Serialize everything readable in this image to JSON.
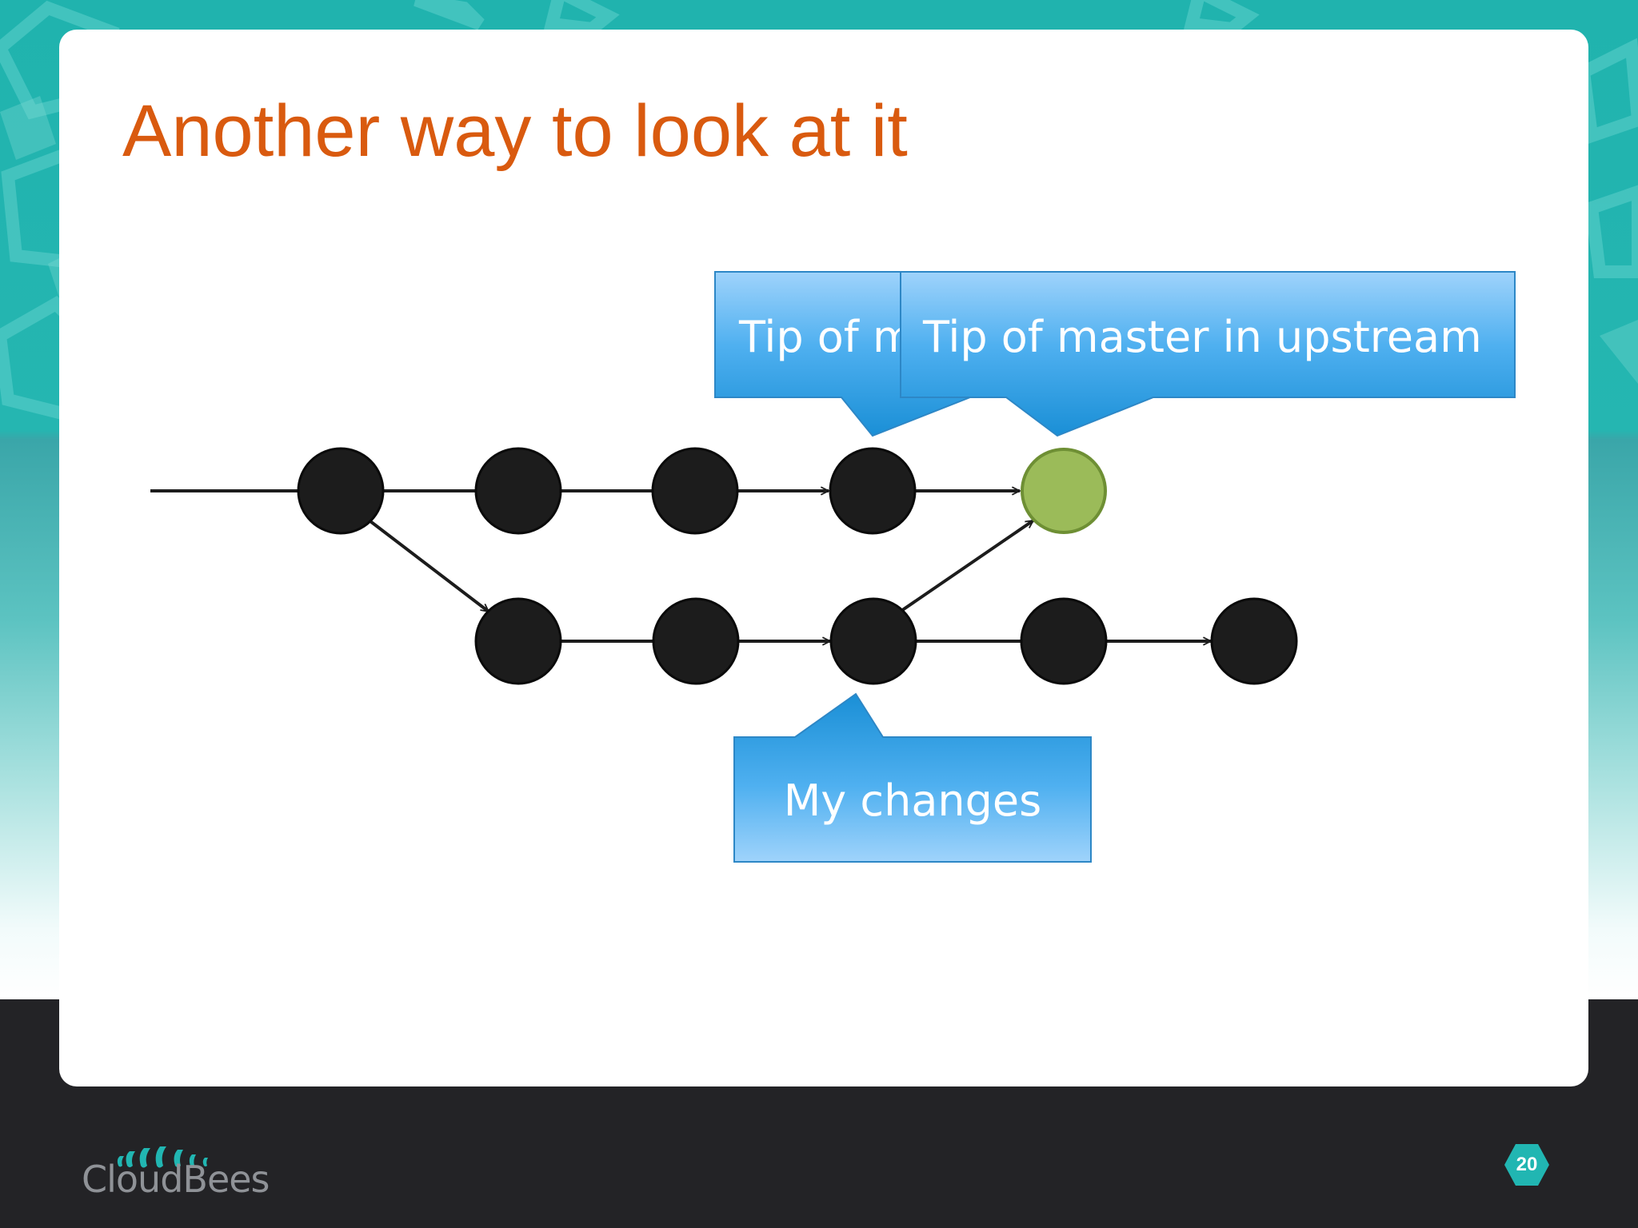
{
  "slide": {
    "title": "Another way to look at it",
    "page_number": "20"
  },
  "callouts": {
    "back": "Tip of master",
    "front": "Tip of master in upstream",
    "bottom": "My changes"
  },
  "brand": {
    "name": "CloudBees"
  },
  "colors": {
    "title": "#d95a0f",
    "node": "#1c1c1c",
    "highlight_node": "#9bbb59",
    "callout": "#4aa8e8",
    "teal": "#25b6b1",
    "footer": "#232326"
  }
}
